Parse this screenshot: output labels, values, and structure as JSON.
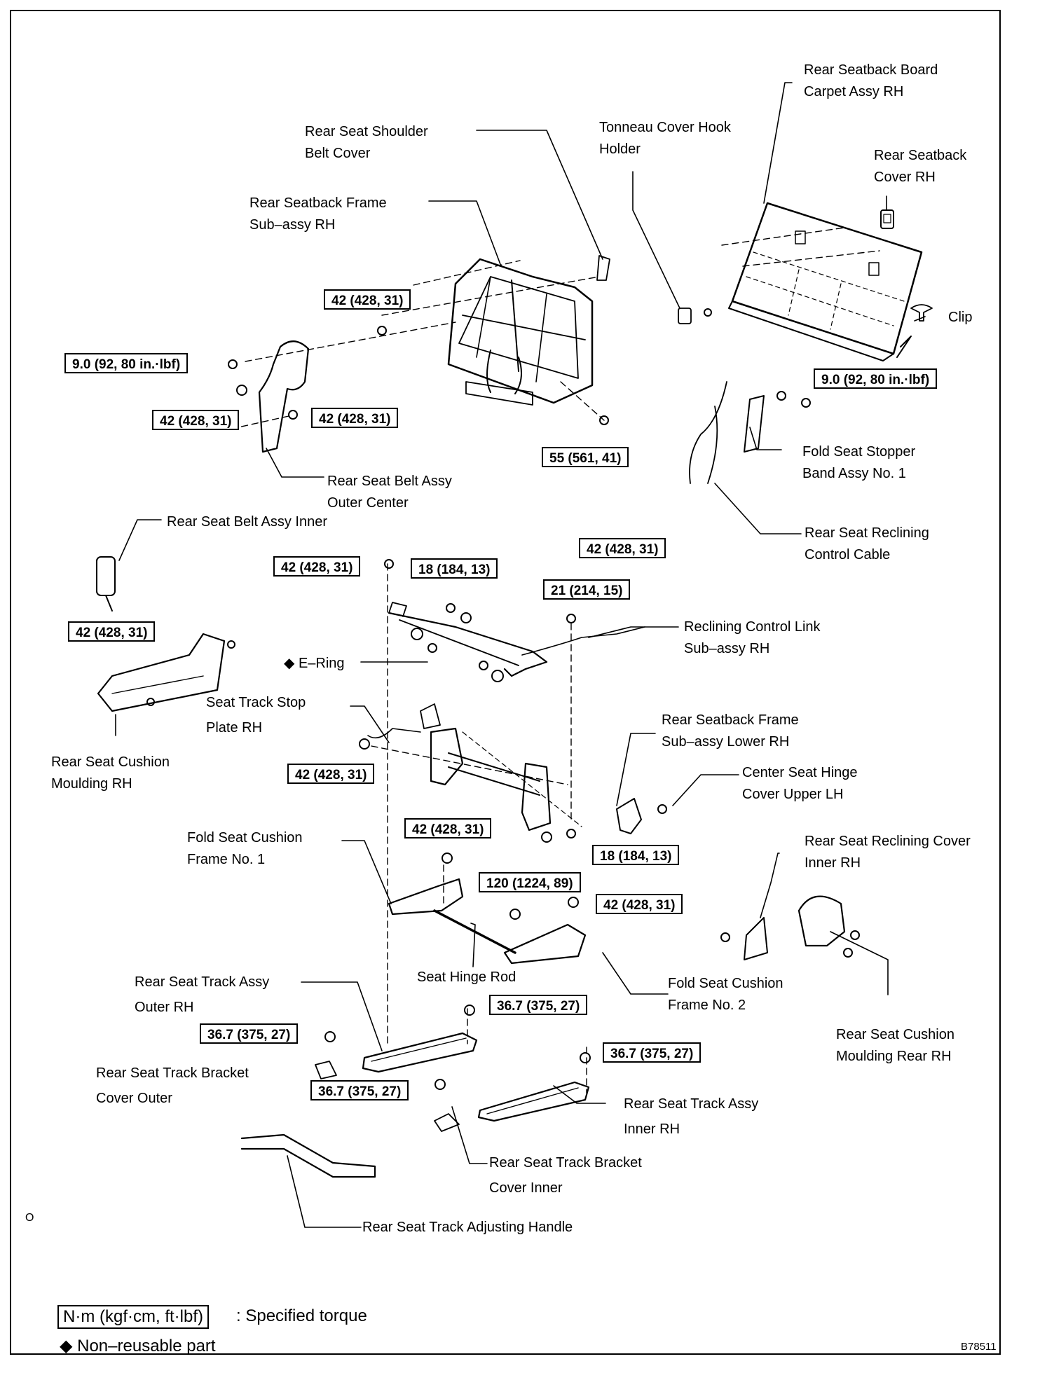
{
  "labels": [
    {
      "id": "seatback-board",
      "lines": [
        "Rear Seatback Board",
        "Carpet Assy RH"
      ]
    },
    {
      "id": "shoulder-belt-cover",
      "lines": [
        "Rear Seat Shoulder",
        "Belt Cover"
      ]
    },
    {
      "id": "tonneau-holder",
      "lines": [
        "Tonneau Cover Hook",
        "Holder"
      ]
    },
    {
      "id": "seatback-cover",
      "lines": [
        "Rear Seatback",
        "Cover RH"
      ]
    },
    {
      "id": "seatback-frame",
      "lines": [
        "Rear Seatback Frame",
        "Sub–assy RH"
      ]
    },
    {
      "id": "clip",
      "lines": [
        "Clip"
      ]
    },
    {
      "id": "fold-stopper",
      "lines": [
        "Fold Seat Stopper",
        "Band Assy No. 1"
      ]
    },
    {
      "id": "belt-outer-center",
      "lines": [
        "Rear Seat Belt Assy",
        "Outer Center"
      ]
    },
    {
      "id": "belt-inner",
      "lines": [
        "Rear Seat Belt Assy Inner"
      ]
    },
    {
      "id": "reclining-cable",
      "lines": [
        "Rear Seat Reclining",
        "Control Cable"
      ]
    },
    {
      "id": "reclining-link",
      "lines": [
        "Reclining Control Link",
        "Sub–assy RH"
      ]
    },
    {
      "id": "e-ring",
      "lines": [
        "◆ E–Ring"
      ]
    },
    {
      "id": "stop-plate",
      "lines": [
        "Seat Track Stop",
        "Plate RH"
      ]
    },
    {
      "id": "cushion-moulding",
      "lines": [
        "Rear Seat Cushion",
        "Moulding RH"
      ]
    },
    {
      "id": "frame-lower",
      "lines": [
        "Rear Seatback Frame",
        "Sub–assy Lower RH"
      ]
    },
    {
      "id": "hinge-cover",
      "lines": [
        "Center Seat Hinge",
        "Cover Upper LH"
      ]
    },
    {
      "id": "fold-frame-1",
      "lines": [
        "Fold Seat Cushion",
        "Frame No. 1"
      ]
    },
    {
      "id": "reclining-cover",
      "lines": [
        "Rear Seat Reclining Cover",
        "Inner RH"
      ]
    },
    {
      "id": "hinge-rod",
      "lines": [
        "Seat Hinge Rod"
      ]
    },
    {
      "id": "fold-frame-2",
      "lines": [
        "Fold Seat Cushion",
        "Frame No. 2"
      ]
    },
    {
      "id": "track-outer",
      "lines": [
        "Rear Seat Track Assy",
        "Outer RH"
      ]
    },
    {
      "id": "moulding-rear",
      "lines": [
        "Rear Seat Cushion",
        "Moulding Rear RH"
      ]
    },
    {
      "id": "bracket-outer",
      "lines": [
        "Rear Seat Track Bracket",
        "Cover Outer"
      ]
    },
    {
      "id": "track-inner",
      "lines": [
        "Rear Seat Track Assy",
        "Inner RH"
      ]
    },
    {
      "id": "bracket-inner",
      "lines": [
        "Rear Seat Track Bracket",
        "Cover Inner"
      ]
    },
    {
      "id": "adj-handle",
      "lines": [
        "Rear Seat Track Adjusting Handle"
      ]
    }
  ],
  "torques": [
    "42 (428, 31)",
    "9.0 (92, 80 in.·lbf)",
    "42 (428, 31)",
    "42 (428, 31)",
    "55 (561, 41)",
    "9.0 (92, 80 in.·lbf)",
    "42 (428, 31)",
    "42 (428, 31)",
    "18 (184, 13)",
    "42 (428, 31)",
    "21 (214, 15)",
    "42 (428, 31)",
    "42 (428, 31)",
    "18 (184, 13)",
    "120 (1224, 89)",
    "42 (428, 31)",
    "36.7 (375, 27)",
    "36.7 (375, 27)",
    "36.7 (375, 27)",
    "36.7 (375, 27)"
  ],
  "legend": {
    "unit_box": "N·m (kgf·cm, ft·lbf)",
    "unit_text": ": Specified torque",
    "nonreusable": "◆ Non–reusable part"
  },
  "figure_code": "B78511",
  "margin_mark": "O"
}
